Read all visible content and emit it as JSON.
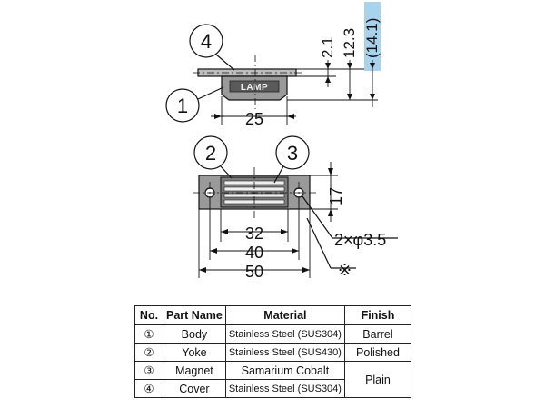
{
  "drawing": {
    "top_view": {
      "callout_top": "4",
      "callout_left": "1",
      "label_plate": "LAMP",
      "dim_width": "25",
      "dim_v1": "2.1",
      "dim_v2": "12.3",
      "dim_v3": "(14.1)"
    },
    "front_view": {
      "callout_left": "2",
      "callout_right": "3",
      "dim_height": "17",
      "dim_hole": "2×φ3.5",
      "dim_inner": "32",
      "dim_mid": "40",
      "dim_outer": "50",
      "ref_mark": "※"
    }
  },
  "table": {
    "headers": [
      "No.",
      "Part Name",
      "Material",
      "Finish"
    ],
    "rows": [
      {
        "no": "①",
        "name": "Body",
        "material": "Stainless Steel (SUS304)",
        "finish": "Barrel"
      },
      {
        "no": "②",
        "name": "Yoke",
        "material": "Stainless Steel (SUS430)",
        "finish": "Polished"
      },
      {
        "no": "③",
        "name": "Magnet",
        "material": "Samarium Cobalt",
        "finish": "Plain"
      },
      {
        "no": "④",
        "name": "Cover",
        "material": "Stainless Steel (SUS304)",
        "finish": ""
      }
    ]
  },
  "colors": {
    "highlight": "#a9d2ec",
    "part_gray": "#8c8c8c",
    "part_dark": "#3b3b3b"
  }
}
